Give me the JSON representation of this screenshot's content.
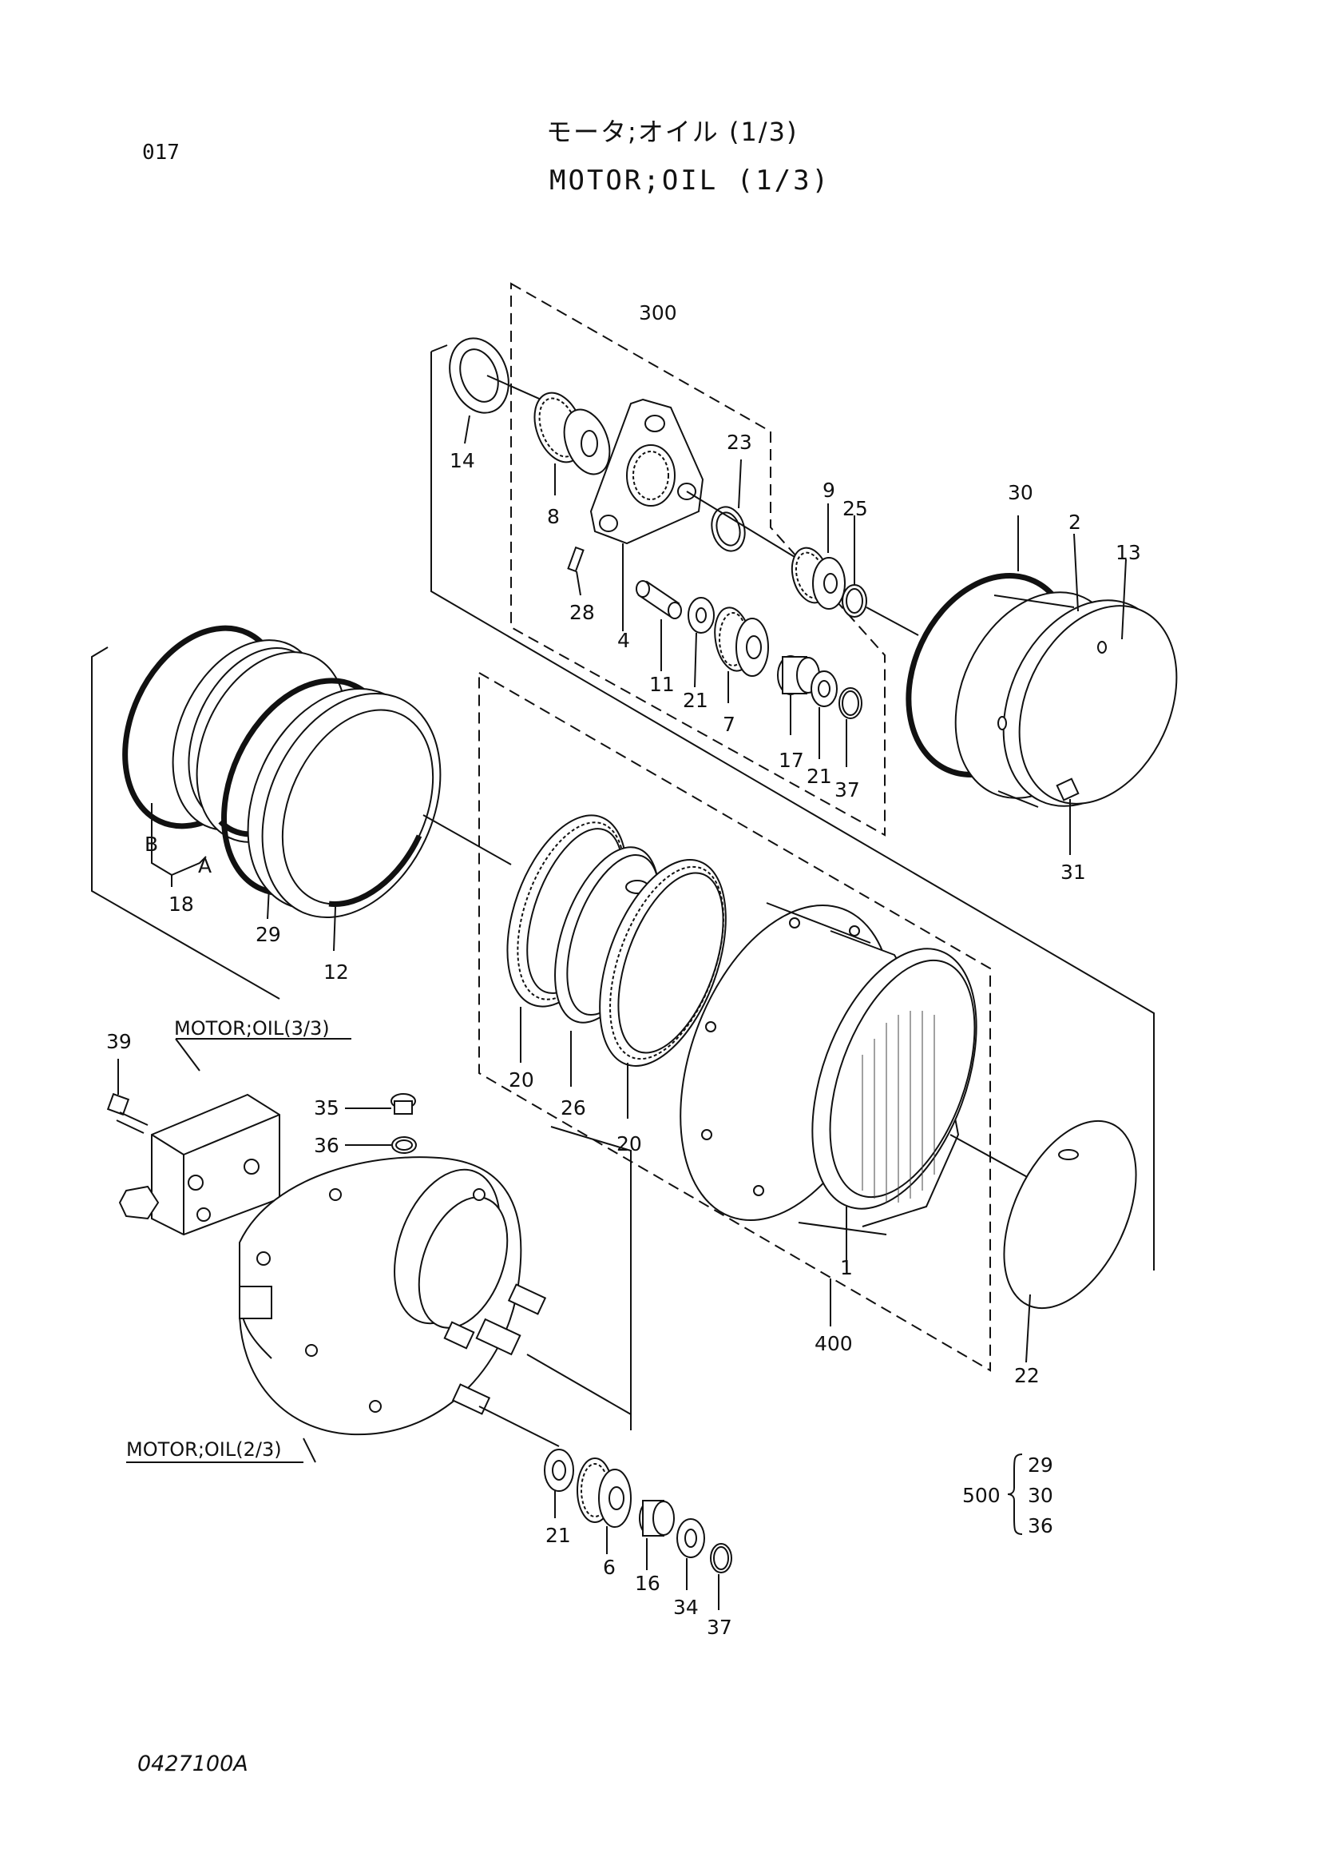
{
  "header": {
    "page_number": "017",
    "title_jp": "モータ;オイル (1/3)",
    "title_en": "MOTOR;OIL (1/3)"
  },
  "footer": {
    "drawing_code": "0427100A"
  },
  "references": {
    "motor_oil_3": "MOTOR;OIL(3/3)",
    "motor_oil_2": "MOTOR;OIL(2/3)"
  },
  "kit_500": {
    "label": "500",
    "items": [
      "29",
      "30",
      "36"
    ]
  },
  "callouts": [
    {
      "id": "c300",
      "text": "300"
    },
    {
      "id": "c14",
      "text": "14"
    },
    {
      "id": "c8",
      "text": "8"
    },
    {
      "id": "c23",
      "text": "23"
    },
    {
      "id": "c9",
      "text": "9"
    },
    {
      "id": "c25",
      "text": "25"
    },
    {
      "id": "c30",
      "text": "30"
    },
    {
      "id": "c2",
      "text": "2"
    },
    {
      "id": "c13",
      "text": "13"
    },
    {
      "id": "c28",
      "text": "28"
    },
    {
      "id": "c4",
      "text": "4"
    },
    {
      "id": "c11",
      "text": "11"
    },
    {
      "id": "c21a",
      "text": "21"
    },
    {
      "id": "c7",
      "text": "7"
    },
    {
      "id": "c17",
      "text": "17"
    },
    {
      "id": "c21b",
      "text": "21"
    },
    {
      "id": "c37a",
      "text": "37"
    },
    {
      "id": "c31",
      "text": "31"
    },
    {
      "id": "cB",
      "text": "B"
    },
    {
      "id": "cA",
      "text": "A"
    },
    {
      "id": "c18",
      "text": "18"
    },
    {
      "id": "c29",
      "text": "29"
    },
    {
      "id": "c12",
      "text": "12"
    },
    {
      "id": "c39",
      "text": "39"
    },
    {
      "id": "c35",
      "text": "35"
    },
    {
      "id": "c36",
      "text": "36"
    },
    {
      "id": "c20a",
      "text": "20"
    },
    {
      "id": "c26",
      "text": "26"
    },
    {
      "id": "c20b",
      "text": "20"
    },
    {
      "id": "c1",
      "text": "1"
    },
    {
      "id": "c400",
      "text": "400"
    },
    {
      "id": "c22",
      "text": "22"
    },
    {
      "id": "c21c",
      "text": "21"
    },
    {
      "id": "c6",
      "text": "6"
    },
    {
      "id": "c16",
      "text": "16"
    },
    {
      "id": "c34",
      "text": "34"
    },
    {
      "id": "c37b",
      "text": "37"
    }
  ]
}
